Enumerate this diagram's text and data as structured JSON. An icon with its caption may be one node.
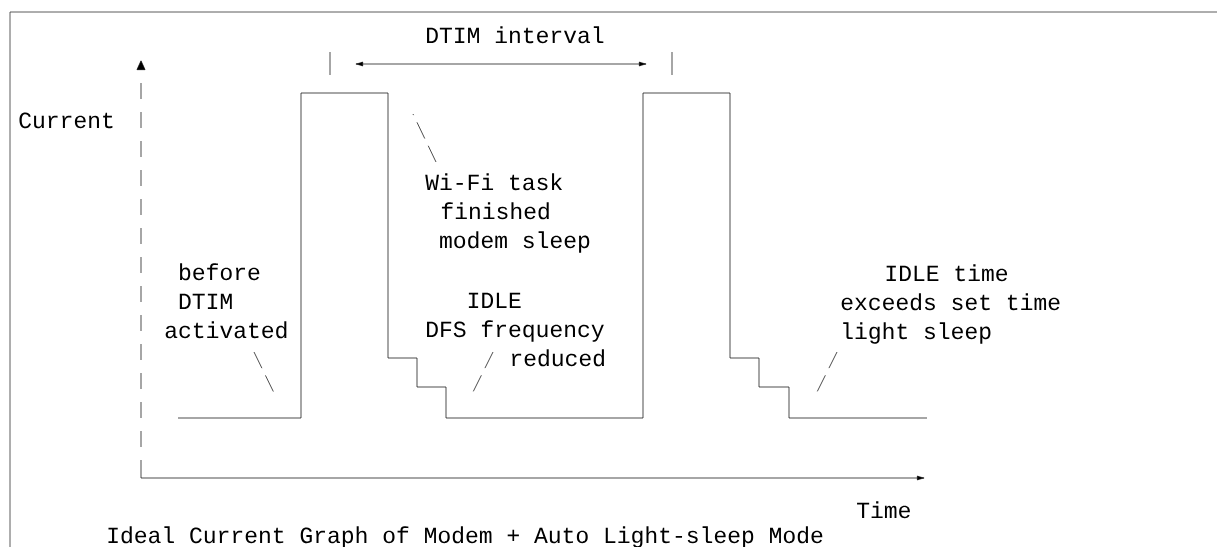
{
  "diagram": {
    "caption": "Ideal Current Graph of Modem + Auto Light-sleep Mode",
    "nodes": [
      {
        "text": [
          "before DTIM activated"
        ]
      },
      {
        "text": [
          "Wi-Fi task finished modem sleep"
        ]
      },
      {
        "text": [
          "IDLE DFS frequency reduced"
        ]
      },
      {
        "text": [
          "IDLE time exceeds set time light sleep"
        ]
      }
    ],
    "edges": [
      {
        "from": 0,
        "to": null,
        "arrow": "none"
      },
      {
        "from": 1,
        "to": null,
        "arrow": "none"
      },
      {
        "from": 2,
        "to": null,
        "arrow": "none"
      },
      {
        "from": 3,
        "to": null,
        "arrow": "none"
      }
    ],
    "labels": [
      "DTIM interval",
      "Current",
      "Time"
    ]
  }
}
